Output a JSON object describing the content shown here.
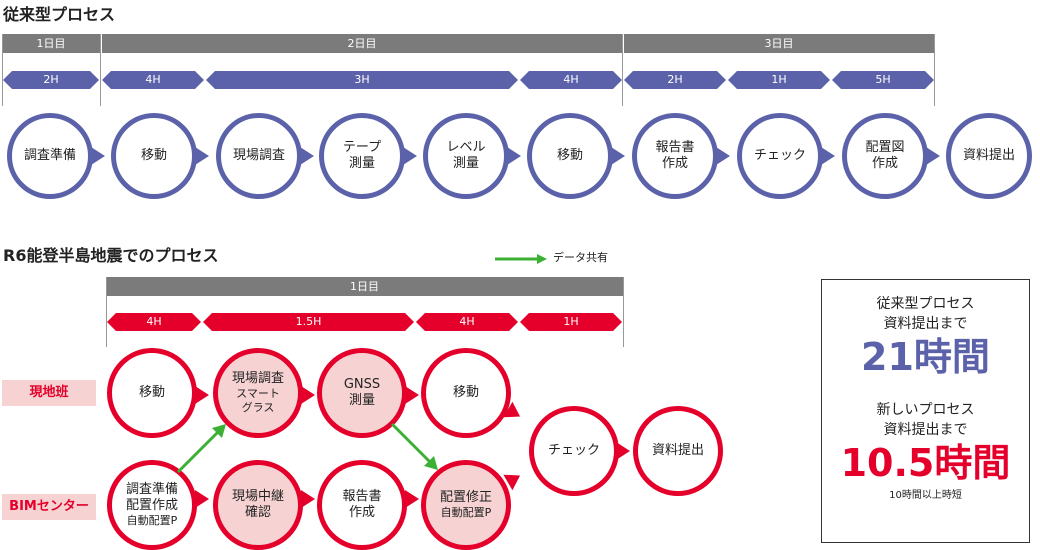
{
  "colors": {
    "blue": "#5b62a9",
    "red": "#e4002b",
    "pink": "#f6d3d2",
    "gray": "#7b7b7b",
    "green": "#3cb034"
  },
  "traditional": {
    "title": "従来型プロセス",
    "days": [
      "1日目",
      "2日目",
      "3日目"
    ],
    "durations": [
      "2H",
      "4H",
      "3H",
      "4H",
      "2H",
      "1H",
      "5H"
    ],
    "steps": [
      {
        "label": "調査準備"
      },
      {
        "label": "移動"
      },
      {
        "label": "現場調査"
      },
      {
        "label": "テープ\n測量"
      },
      {
        "label": "レベル\n測量"
      },
      {
        "label": "移動"
      },
      {
        "label": "報告書\n作成"
      },
      {
        "label": "チェック"
      },
      {
        "label": "配置図\n作成"
      },
      {
        "label": "資料提出"
      }
    ]
  },
  "new_process": {
    "title": "R6能登半島地震でのプロセス",
    "legend": {
      "icon": "green-arrow-icon",
      "label": "データ共有"
    },
    "days": [
      "1日目"
    ],
    "durations": [
      "4H",
      "1.5H",
      "4H",
      "1H"
    ],
    "teams": [
      "現地班",
      "BIMセンター"
    ],
    "field_steps": [
      {
        "label": "移動",
        "sub": ""
      },
      {
        "label": "現場調査",
        "sub": "スマート\nグラス"
      },
      {
        "label": "GNSS\n測量",
        "sub": ""
      },
      {
        "label": "移動",
        "sub": ""
      }
    ],
    "bim_steps": [
      {
        "label": "調査準備\n配置作成",
        "sub": "自動配置P"
      },
      {
        "label": "現場中継\n確認",
        "sub": ""
      },
      {
        "label": "報告書\n作成",
        "sub": ""
      },
      {
        "label": "配置修正",
        "sub": "自動配置P"
      }
    ],
    "final_steps": [
      {
        "label": "チェック"
      },
      {
        "label": "資料提出"
      }
    ]
  },
  "summary": {
    "old_label_1": "従来型プロセス",
    "old_label_2": "資料提出まで",
    "old_value": "21時間",
    "new_label_1": "新しいプロセス",
    "new_label_2": "資料提出まで",
    "new_value": "10.5時間",
    "note": "10時間以上時短"
  }
}
